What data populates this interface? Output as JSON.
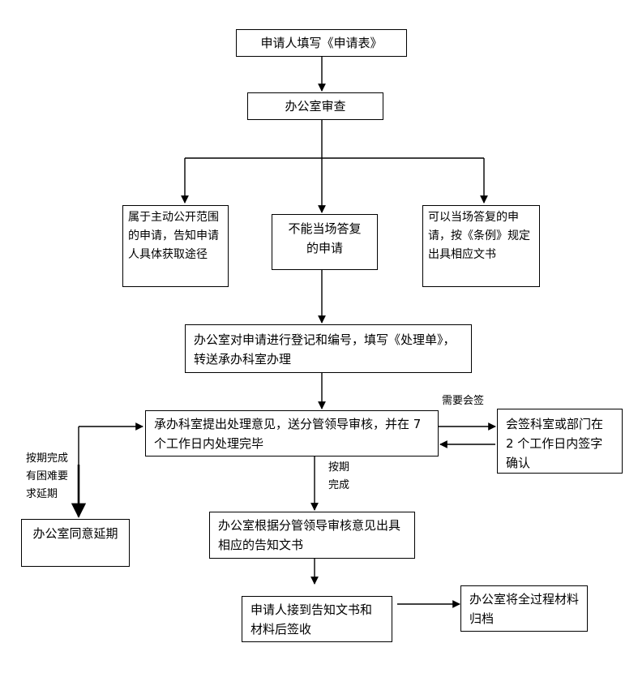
{
  "nodes": {
    "apply_form": "申请人填写《申请表》",
    "office_review": "办公室审查",
    "proactive_scope": "属于主动公开范围的申请，告知申请人具体获取途径",
    "cannot_reply_on_site": "不能当场答复的申请",
    "can_reply_on_site": "可以当场答复的申请，按《条例》规定出具相应文书",
    "register_number": "办公室对申请进行登记和编号，填写《处理单》，转送承办科室办理",
    "handling_dept_opinion": "承办科室提出处理意见，送分管领导审核，并在 7 个工作日内处理完毕",
    "countersign_dept": "会签科室或部门在 2 个工作日内签字确认",
    "office_agree_extend": "办公室同意延期",
    "issue_notice": "办公室根据分管领导审核意见出具相应的告知文书",
    "applicant_receive": "申请人接到告知文书和材料后签收",
    "archive": "办公室将全过程材料归档"
  },
  "edge_labels": {
    "need_countersign": "需要会签",
    "on_time_complete": "按期\n完成",
    "overdue_request_extension": "按期完成\n有困难要\n求延期"
  }
}
